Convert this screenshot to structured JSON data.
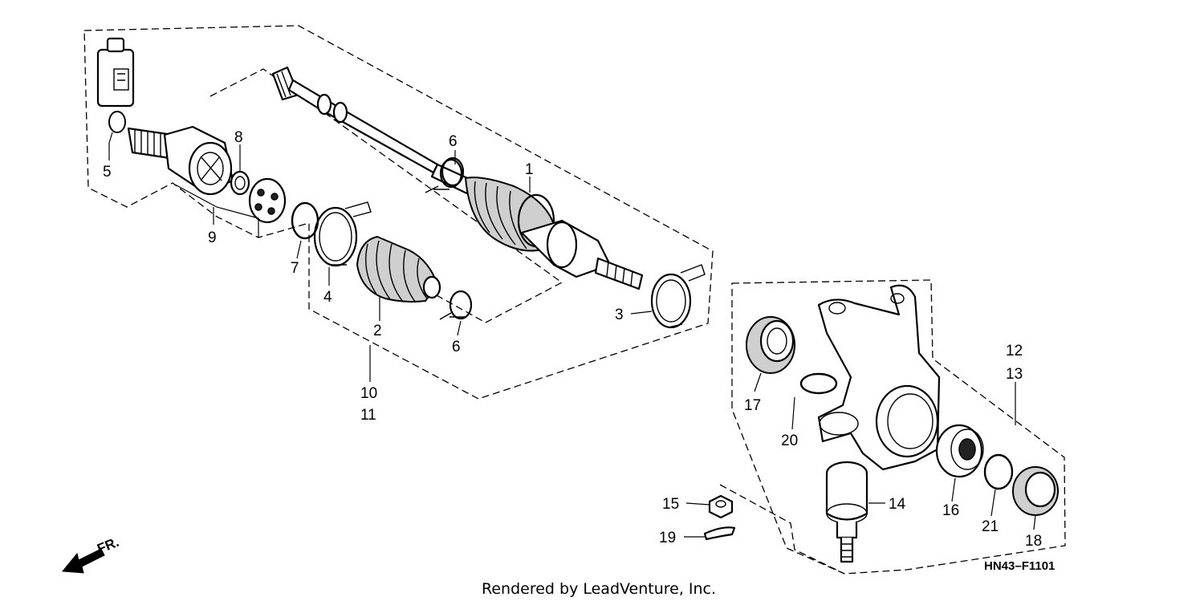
{
  "diagram": {
    "callouts": [
      "1",
      "2",
      "3",
      "4",
      "5",
      "6",
      "6",
      "7",
      "8",
      "9",
      "10",
      "11",
      "12",
      "13",
      "14",
      "15",
      "16",
      "17",
      "18",
      "19",
      "20",
      "21"
    ],
    "diagram_code": "HN43–F1101",
    "direction_label": "FR.",
    "credit": "Rendered by LeadVenture, Inc."
  }
}
